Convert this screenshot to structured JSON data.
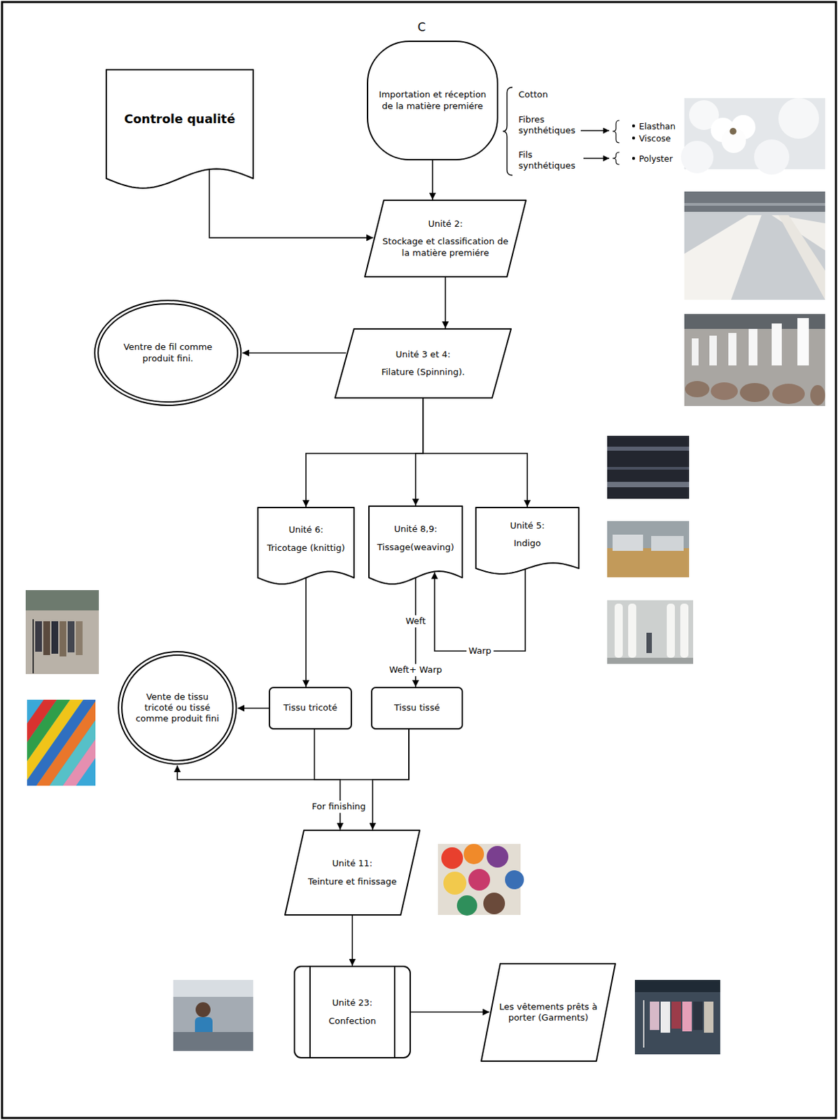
{
  "diagram": {
    "nodes": [
      {
        "text": [
          "Importation et réception de la matière premiére"
        ]
      },
      {
        "text": [
          "Controle qualité"
        ]
      },
      {
        "text": [
          "Unité 2:",
          "Stockage et classification de la matière premiére"
        ]
      },
      {
        "text": [
          "Ventre de fil comme produit fini."
        ]
      },
      {
        "text": [
          "Unité 3 et 4:",
          "Filature (Spinning)."
        ]
      },
      {
        "text": [
          "Unité 6:",
          "Tricotage (knittig)"
        ]
      },
      {
        "text": [
          "Unité 8,9:",
          "Tissage(weaving)"
        ]
      },
      {
        "text": [
          "Unité 5:",
          "Indigo"
        ]
      },
      {
        "text": [
          "Vente de tissu tricoté ou tissé comme produit fini"
        ]
      },
      {
        "text": [
          "Tissu tricoté"
        ]
      },
      {
        "text": [
          "Tissu tissé"
        ]
      },
      {
        "text": [
          "Unité 11:",
          "Teinture et finissage"
        ]
      },
      {
        "text": [
          "Unité 23:",
          "Confection"
        ]
      },
      {
        "text": [
          "Les vêtements prêts à porter (Garments)"
        ]
      }
    ],
    "edges": [
      {
        "from": 0,
        "to": 2,
        "arrow": "to"
      },
      {
        "from": 1,
        "to": 2,
        "arrow": "to"
      },
      {
        "from": 2,
        "to": 4,
        "arrow": "to"
      },
      {
        "from": 4,
        "to": 3,
        "arrow": "to"
      },
      {
        "from": 4,
        "to": 5,
        "arrow": "to"
      },
      {
        "from": 4,
        "to": 6,
        "arrow": "to"
      },
      {
        "from": 4,
        "to": 7,
        "arrow": "to"
      },
      {
        "from": 7,
        "to": 6,
        "label": "Warp",
        "arrow": "to"
      },
      {
        "from": 6,
        "to": 10,
        "label": "Weft",
        "arrow": "to"
      },
      {
        "from": 5,
        "to": 9,
        "arrow": "to"
      },
      {
        "from": 9,
        "to": 8,
        "arrow": "to"
      },
      {
        "from": 10,
        "to": 8,
        "arrow": "to"
      },
      {
        "from": 9,
        "to": 11,
        "label": "For finishing",
        "arrow": "to"
      },
      {
        "from": 10,
        "to": 11,
        "arrow": "to"
      },
      {
        "from": 11,
        "to": 12,
        "arrow": "to"
      },
      {
        "from": 12,
        "to": 13,
        "arrow": "to"
      }
    ],
    "labels": [
      "C",
      "Cotton",
      "Fibres synthétiques",
      "Fils synthétiques",
      "Elasthan",
      "Viscose",
      "Polyster",
      "Weft+ Warp"
    ]
  }
}
